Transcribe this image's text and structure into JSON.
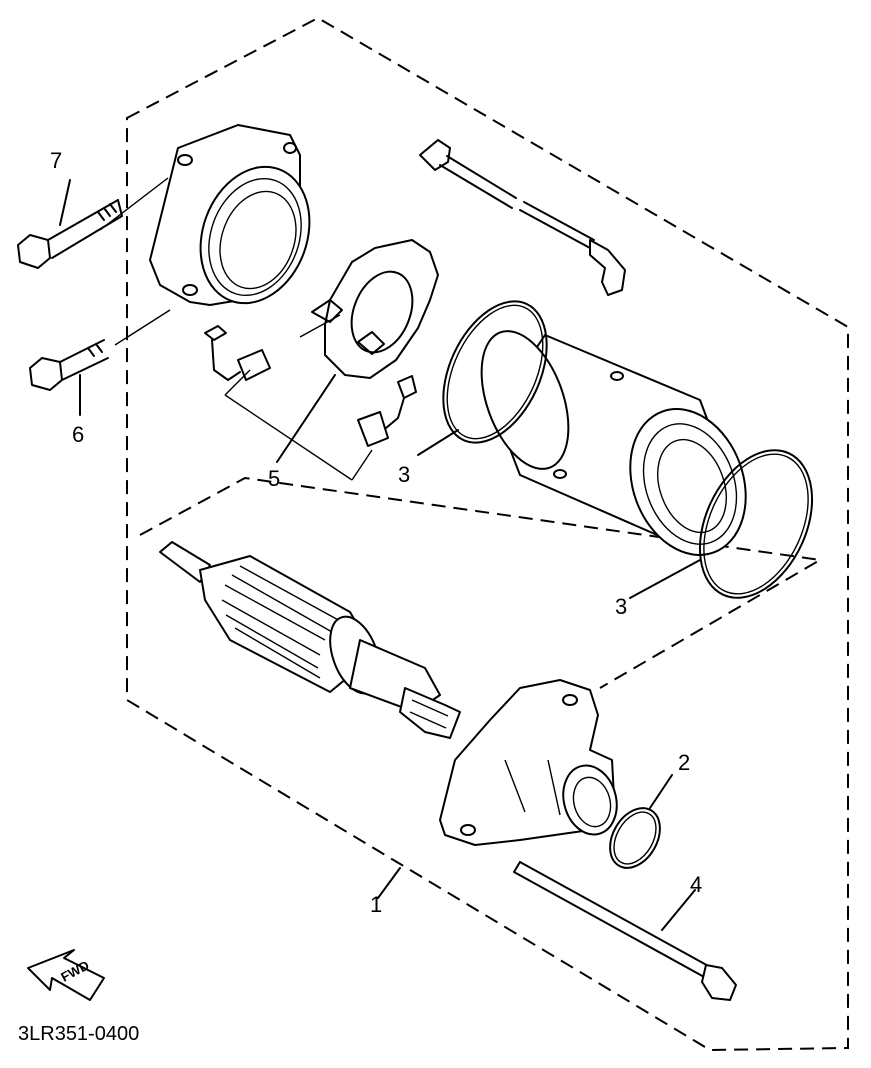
{
  "diagram": {
    "callouts": {
      "c1": "1",
      "c2": "2",
      "c3a": "3",
      "c3b": "3",
      "c4": "4",
      "c5": "5",
      "c6": "6",
      "c7": "7"
    },
    "fwd_label": "FWD",
    "diagram_code": "3LR351-0400"
  }
}
